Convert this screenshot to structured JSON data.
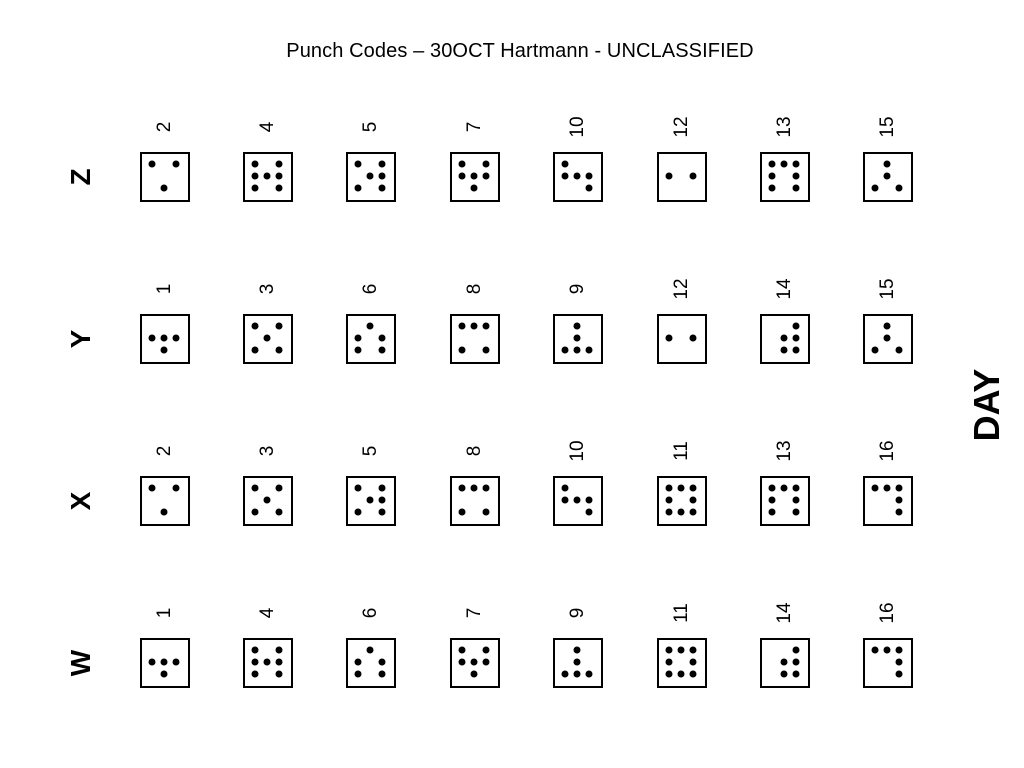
{
  "title": "Punch Codes – 30OCT Hartmann - UNCLASSIFIED",
  "side_label": "DAY",
  "colors": {
    "ink": "#000000",
    "paper": "#ffffff"
  },
  "rows": [
    {
      "label": "Z",
      "cells": [
        {
          "number": "2",
          "dots": [
            [
              0,
              0
            ],
            [
              2,
              0
            ],
            [
              1,
              2
            ]
          ]
        },
        {
          "number": "4",
          "dots": [
            [
              0,
              0
            ],
            [
              2,
              0
            ],
            [
              0,
              1
            ],
            [
              1,
              1
            ],
            [
              2,
              1
            ],
            [
              0,
              2
            ],
            [
              2,
              2
            ]
          ]
        },
        {
          "number": "5",
          "dots": [
            [
              0,
              0
            ],
            [
              2,
              0
            ],
            [
              1,
              1
            ],
            [
              2,
              1
            ],
            [
              0,
              2
            ],
            [
              2,
              2
            ]
          ]
        },
        {
          "number": "7",
          "dots": [
            [
              0,
              0
            ],
            [
              2,
              0
            ],
            [
              0,
              1
            ],
            [
              1,
              1
            ],
            [
              2,
              1
            ],
            [
              1,
              2
            ]
          ]
        },
        {
          "number": "10",
          "dots": [
            [
              0,
              0
            ],
            [
              0,
              1
            ],
            [
              1,
              1
            ],
            [
              2,
              1
            ],
            [
              2,
              2
            ]
          ]
        },
        {
          "number": "12",
          "dots": [
            [
              0,
              1
            ],
            [
              2,
              1
            ]
          ]
        },
        {
          "number": "13",
          "dots": [
            [
              0,
              0
            ],
            [
              1,
              0
            ],
            [
              2,
              0
            ],
            [
              0,
              1
            ],
            [
              2,
              1
            ],
            [
              0,
              2
            ],
            [
              2,
              2
            ]
          ]
        },
        {
          "number": "15",
          "dots": [
            [
              1,
              0
            ],
            [
              1,
              1
            ],
            [
              0,
              2
            ],
            [
              2,
              2
            ]
          ]
        }
      ]
    },
    {
      "label": "Y",
      "cells": [
        {
          "number": "1",
          "dots": [
            [
              0,
              1
            ],
            [
              1,
              1
            ],
            [
              2,
              1
            ],
            [
              1,
              2
            ]
          ]
        },
        {
          "number": "3",
          "dots": [
            [
              0,
              0
            ],
            [
              2,
              0
            ],
            [
              1,
              1
            ],
            [
              0,
              2
            ],
            [
              2,
              2
            ]
          ]
        },
        {
          "number": "6",
          "dots": [
            [
              1,
              0
            ],
            [
              0,
              1
            ],
            [
              2,
              1
            ],
            [
              0,
              2
            ],
            [
              2,
              2
            ]
          ]
        },
        {
          "number": "8",
          "dots": [
            [
              0,
              0
            ],
            [
              1,
              0
            ],
            [
              2,
              0
            ],
            [
              0,
              2
            ],
            [
              2,
              2
            ]
          ]
        },
        {
          "number": "9",
          "dots": [
            [
              1,
              0
            ],
            [
              1,
              1
            ],
            [
              0,
              2
            ],
            [
              1,
              2
            ],
            [
              2,
              2
            ]
          ]
        },
        {
          "number": "12",
          "dots": [
            [
              0,
              1
            ],
            [
              2,
              1
            ]
          ]
        },
        {
          "number": "14",
          "dots": [
            [
              2,
              0
            ],
            [
              1,
              1
            ],
            [
              2,
              1
            ],
            [
              1,
              2
            ],
            [
              2,
              2
            ]
          ]
        },
        {
          "number": "15",
          "dots": [
            [
              1,
              0
            ],
            [
              1,
              1
            ],
            [
              0,
              2
            ],
            [
              2,
              2
            ]
          ]
        }
      ]
    },
    {
      "label": "X",
      "cells": [
        {
          "number": "2",
          "dots": [
            [
              0,
              0
            ],
            [
              2,
              0
            ],
            [
              1,
              2
            ]
          ]
        },
        {
          "number": "3",
          "dots": [
            [
              0,
              0
            ],
            [
              2,
              0
            ],
            [
              1,
              1
            ],
            [
              0,
              2
            ],
            [
              2,
              2
            ]
          ]
        },
        {
          "number": "5",
          "dots": [
            [
              0,
              0
            ],
            [
              2,
              0
            ],
            [
              1,
              1
            ],
            [
              2,
              1
            ],
            [
              0,
              2
            ],
            [
              2,
              2
            ]
          ]
        },
        {
          "number": "8",
          "dots": [
            [
              0,
              0
            ],
            [
              1,
              0
            ],
            [
              2,
              0
            ],
            [
              0,
              2
            ],
            [
              2,
              2
            ]
          ]
        },
        {
          "number": "10",
          "dots": [
            [
              0,
              0
            ],
            [
              0,
              1
            ],
            [
              1,
              1
            ],
            [
              2,
              1
            ],
            [
              2,
              2
            ]
          ]
        },
        {
          "number": "11",
          "dots": [
            [
              0,
              0
            ],
            [
              1,
              0
            ],
            [
              2,
              0
            ],
            [
              0,
              1
            ],
            [
              2,
              1
            ],
            [
              0,
              2
            ],
            [
              1,
              2
            ],
            [
              2,
              2
            ]
          ]
        },
        {
          "number": "13",
          "dots": [
            [
              0,
              0
            ],
            [
              1,
              0
            ],
            [
              2,
              0
            ],
            [
              0,
              1
            ],
            [
              2,
              1
            ],
            [
              0,
              2
            ],
            [
              2,
              2
            ]
          ]
        },
        {
          "number": "16",
          "dots": [
            [
              0,
              0
            ],
            [
              1,
              0
            ],
            [
              2,
              0
            ],
            [
              2,
              1
            ],
            [
              2,
              2
            ]
          ]
        }
      ]
    },
    {
      "label": "W",
      "cells": [
        {
          "number": "1",
          "dots": [
            [
              0,
              1
            ],
            [
              1,
              1
            ],
            [
              2,
              1
            ],
            [
              1,
              2
            ]
          ]
        },
        {
          "number": "4",
          "dots": [
            [
              0,
              0
            ],
            [
              2,
              0
            ],
            [
              0,
              1
            ],
            [
              1,
              1
            ],
            [
              2,
              1
            ],
            [
              0,
              2
            ],
            [
              2,
              2
            ]
          ]
        },
        {
          "number": "6",
          "dots": [
            [
              1,
              0
            ],
            [
              0,
              1
            ],
            [
              2,
              1
            ],
            [
              0,
              2
            ],
            [
              2,
              2
            ]
          ]
        },
        {
          "number": "7",
          "dots": [
            [
              0,
              0
            ],
            [
              2,
              0
            ],
            [
              0,
              1
            ],
            [
              1,
              1
            ],
            [
              2,
              1
            ],
            [
              1,
              2
            ]
          ]
        },
        {
          "number": "9",
          "dots": [
            [
              1,
              0
            ],
            [
              1,
              1
            ],
            [
              0,
              2
            ],
            [
              1,
              2
            ],
            [
              2,
              2
            ]
          ]
        },
        {
          "number": "11",
          "dots": [
            [
              0,
              0
            ],
            [
              1,
              0
            ],
            [
              2,
              0
            ],
            [
              0,
              1
            ],
            [
              2,
              1
            ],
            [
              0,
              2
            ],
            [
              1,
              2
            ],
            [
              2,
              2
            ]
          ]
        },
        {
          "number": "14",
          "dots": [
            [
              2,
              0
            ],
            [
              1,
              1
            ],
            [
              2,
              1
            ],
            [
              1,
              2
            ],
            [
              2,
              2
            ]
          ]
        },
        {
          "number": "16",
          "dots": [
            [
              0,
              0
            ],
            [
              1,
              0
            ],
            [
              2,
              0
            ],
            [
              2,
              1
            ],
            [
              2,
              2
            ]
          ]
        }
      ]
    }
  ]
}
